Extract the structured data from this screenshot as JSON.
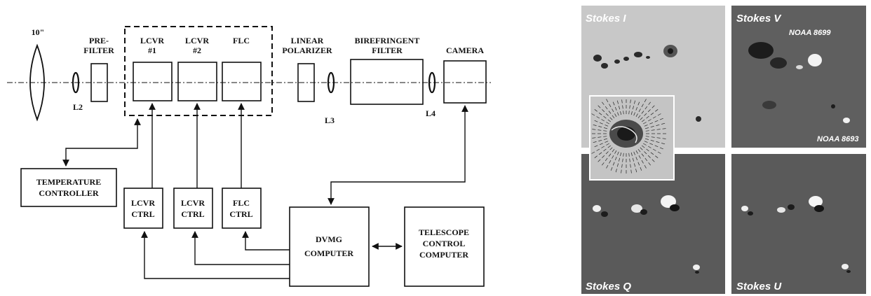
{
  "diagram": {
    "telescope_label": "10\"",
    "lenses": {
      "l2": "L2",
      "l3": "L3",
      "l4": "L4"
    },
    "optics": {
      "prefilter_line1": "PRE-",
      "prefilter_line2": "FILTER",
      "lcvr1_line1": "LCVR",
      "lcvr1_line2": "#1",
      "lcvr2_line1": "LCVR",
      "lcvr2_line2": "#2",
      "flc": "FLC",
      "linpol_line1": "LINEAR",
      "linpol_line2": "POLARIZER",
      "biref_line1": "BIREFRINGENT",
      "biref_line2": "FILTER",
      "camera": "CAMERA"
    },
    "controllers": {
      "temp_line1": "TEMPERATURE",
      "temp_line2": "CONTROLLER",
      "lcvr1_ctrl_line1": "LCVR",
      "lcvr1_ctrl_line2": "CTRL",
      "lcvr2_ctrl_line1": "LCVR",
      "lcvr2_ctrl_line2": "CTRL",
      "flc_ctrl_line1": "FLC",
      "flc_ctrl_line2": "CTRL",
      "dvmg_line1": "DVMG",
      "dvmg_line2": "COMPUTER",
      "tcc_line1": "TELESCOPE",
      "tcc_line2": "CONTROL",
      "tcc_line3": "COMPUTER"
    }
  },
  "stokes_panels": {
    "i": {
      "label": "Stokes I"
    },
    "v": {
      "label": "Stokes V",
      "annotation1": "NOAA 8699",
      "annotation2": "NOAA 8693"
    },
    "q": {
      "label": "Stokes Q"
    },
    "u": {
      "label": "Stokes U"
    }
  },
  "colors": {
    "line": "#111111",
    "panel_i_bg": "#c9c9c9",
    "panel_qvu_bg": "#5f5f5f",
    "panel_border": "#ffffff"
  }
}
